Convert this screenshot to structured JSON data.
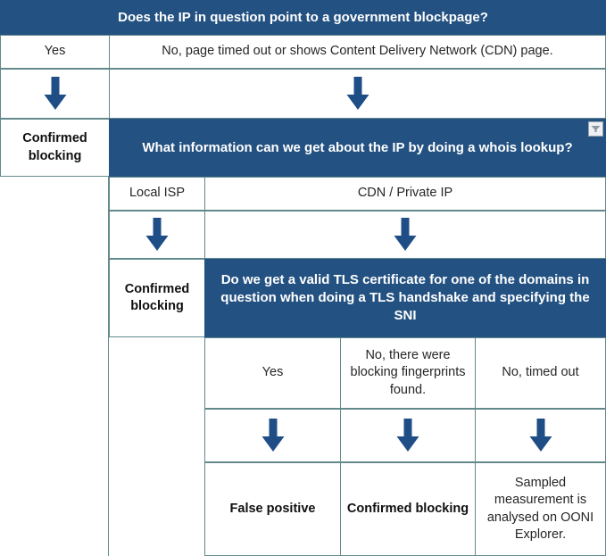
{
  "colors": {
    "header_blue": "#235181",
    "arrow_blue": "#1f4e87",
    "grid_border": "#63898c",
    "text_dark": "#262626",
    "text_white": "#ffffff",
    "filter_button_bg": "#eef0f3"
  },
  "flowchart": {
    "title": "Does the IP in question point to a government blockpage?",
    "level1": {
      "question": "Does the IP in question point to a government blockpage?",
      "answer_yes": "Yes",
      "answer_no": "No, page timed out or shows Content Delivery Network (CDN) page.",
      "outcome_yes": "Confirmed blocking"
    },
    "level2": {
      "question": "What information can we get about the IP by doing a whois lookup?",
      "answer_local_isp": "Local ISP",
      "answer_cdn": "CDN / Private IP",
      "outcome_local_isp": "Confirmed blocking"
    },
    "level3": {
      "question": "Do we get a valid TLS certificate for one of the domains in question when doing a TLS handshake and specifying the SNI",
      "answer_yes": "Yes",
      "answer_fingerprints": "No, there were blocking fingerprints found.",
      "answer_timeout": "No, timed out",
      "outcome_yes": "False positive",
      "outcome_fingerprints": "Confirmed blocking",
      "outcome_timeout": "Sampled measurement is analysed on OONI Explorer."
    },
    "icons": {
      "arrow": "down-arrow-icon",
      "filter": "filter-dropdown-icon"
    }
  }
}
